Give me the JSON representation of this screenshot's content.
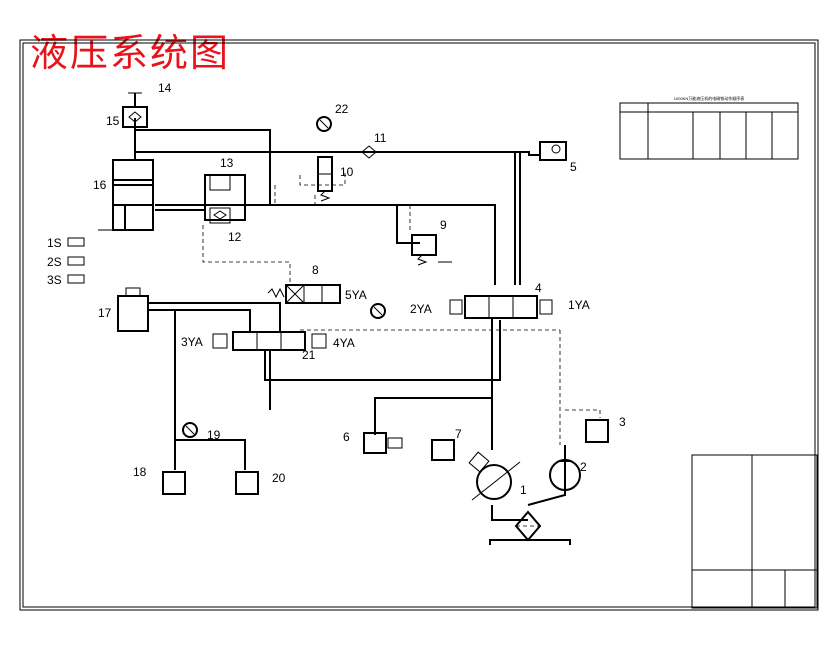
{
  "title": "液压系统图",
  "components": {
    "c1": "1",
    "c2": "2",
    "c3": "3",
    "c4": "4",
    "c5": "5",
    "c6": "6",
    "c7": "7",
    "c8": "8",
    "c9": "9",
    "c10": "10",
    "c11": "11",
    "c12": "12",
    "c13": "13",
    "c14": "14",
    "c15": "15",
    "c16": "16",
    "c17": "17",
    "c18": "18",
    "c19": "19",
    "c20": "20",
    "c21": "21",
    "c22": "22"
  },
  "solenoids": {
    "ya1": "1YA",
    "ya2": "2YA",
    "ya3": "3YA",
    "ya4": "4YA",
    "ya5": "5YA"
  },
  "switches": {
    "s1": "1S",
    "s2": "2S",
    "s3": "3S"
  },
  "table_title": "1000KN万能液压机的电磁铁动作顺序表",
  "colors": {
    "title": "#e8141b",
    "ink": "#000000"
  }
}
